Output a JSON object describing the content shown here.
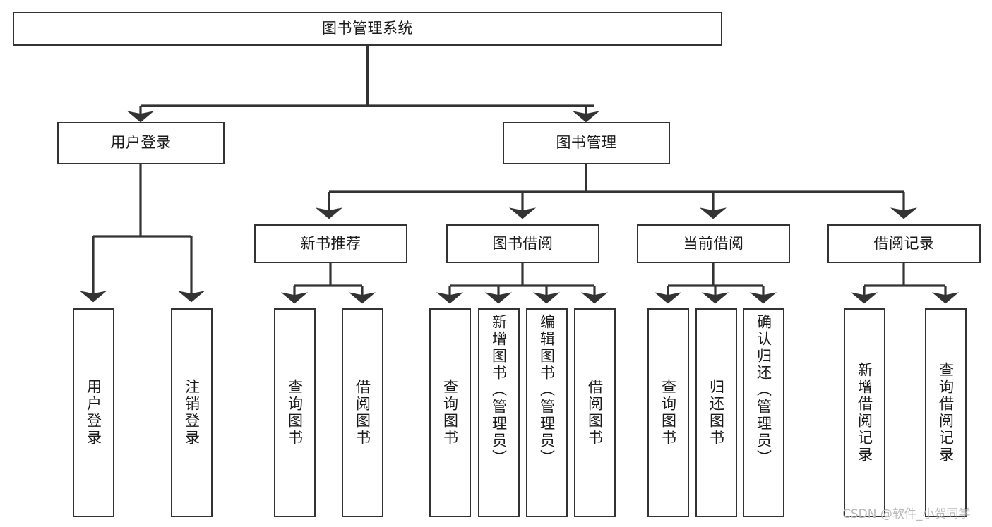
{
  "diagram": {
    "title": "图书管理系统",
    "type": "tree-hierarchy",
    "watermark": "CSDN @软件_小贺同学",
    "colors": {
      "stroke": "#333333",
      "fill": "#ffffff",
      "text": "#1a1a1a",
      "watermark": "#b8b8b8"
    },
    "nodes": {
      "root": {
        "label": "图书管理系统",
        "orientation": "horizontal"
      },
      "l2": [
        {
          "id": "user-login",
          "label": "用户登录",
          "orientation": "horizontal"
        },
        {
          "id": "book-manage",
          "label": "图书管理",
          "orientation": "horizontal"
        }
      ],
      "l3": [
        {
          "id": "new-book-recommend",
          "label": "新书推荐",
          "orientation": "horizontal"
        },
        {
          "id": "book-borrow",
          "label": "图书借阅",
          "orientation": "horizontal"
        },
        {
          "id": "current-borrow",
          "label": "当前借阅",
          "orientation": "horizontal"
        },
        {
          "id": "borrow-record",
          "label": "借阅记录",
          "orientation": "horizontal"
        }
      ],
      "leaves": [
        {
          "id": "leaf-user-login",
          "label": "用户登录",
          "orientation": "vertical",
          "parent": "user-login"
        },
        {
          "id": "leaf-logout",
          "label": "注销登录",
          "orientation": "vertical",
          "parent": "user-login"
        },
        {
          "id": "leaf-query-book-1",
          "label": "查询图书",
          "orientation": "vertical",
          "parent": "new-book-recommend"
        },
        {
          "id": "leaf-borrow-book-1",
          "label": "借阅图书",
          "orientation": "vertical",
          "parent": "new-book-recommend"
        },
        {
          "id": "leaf-query-book-2",
          "label": "查询图书",
          "orientation": "vertical",
          "parent": "book-borrow"
        },
        {
          "id": "leaf-add-book",
          "label": "新增图书（管理员）",
          "orientation": "vertical",
          "parent": "book-borrow"
        },
        {
          "id": "leaf-edit-book",
          "label": "编辑图书（管理员）",
          "orientation": "vertical",
          "parent": "book-borrow"
        },
        {
          "id": "leaf-borrow-book-2",
          "label": "借阅图书",
          "orientation": "vertical",
          "parent": "book-borrow"
        },
        {
          "id": "leaf-query-book-3",
          "label": "查询图书",
          "orientation": "vertical",
          "parent": "current-borrow"
        },
        {
          "id": "leaf-return-book",
          "label": "归还图书",
          "orientation": "vertical",
          "parent": "current-borrow"
        },
        {
          "id": "leaf-confirm-return",
          "label": "确认归还（管理员）",
          "orientation": "vertical",
          "parent": "current-borrow"
        },
        {
          "id": "leaf-add-record",
          "label": "新增借阅记录",
          "orientation": "vertical",
          "parent": "borrow-record"
        },
        {
          "id": "leaf-query-record",
          "label": "查询借阅记录",
          "orientation": "vertical",
          "parent": "borrow-record"
        }
      ]
    }
  }
}
